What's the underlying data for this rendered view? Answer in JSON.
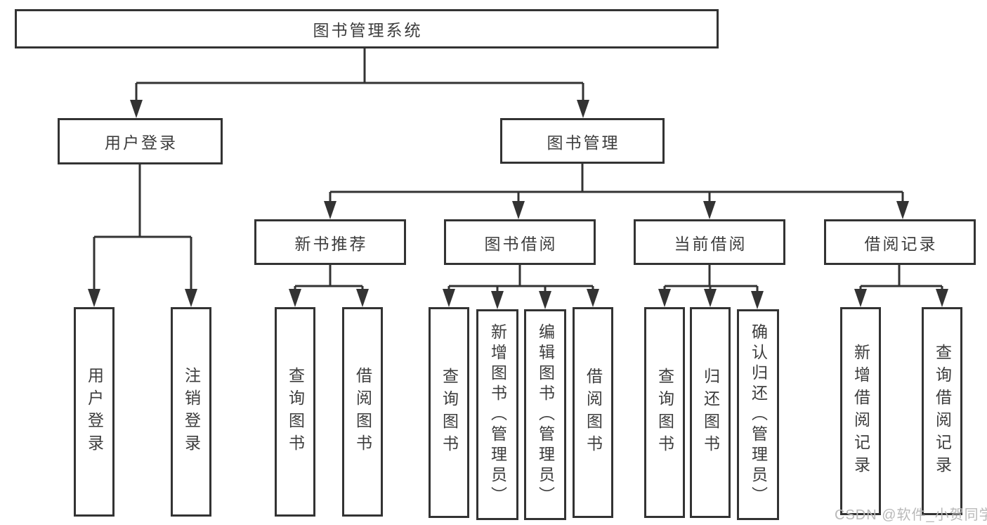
{
  "diagram": {
    "nodes": {
      "root": "图书管理系统",
      "level2": [
        "用户登录",
        "图书管理"
      ],
      "level3": [
        "新书推荐",
        "图书借阅",
        "当前借阅",
        "借阅记录"
      ],
      "level4": {
        "user_login": [
          "用户登录",
          "注销登录"
        ],
        "new_books": [
          "查询图书",
          "借阅图书"
        ],
        "book_borrow": [
          "查询图书",
          "新增图书（管理员）",
          "编辑图书（管理员）",
          "借阅图书"
        ],
        "current_borrow": [
          "查询图书",
          "归还图书",
          "确认归还（管理员）"
        ],
        "borrow_records": [
          "新增借阅记录",
          "查询借阅记录"
        ]
      }
    },
    "colors": {
      "line": "#333333",
      "text": "#3d3d3d",
      "watermark": "#b9b9b9",
      "background": "#ffffff"
    },
    "watermark": "CSDN @软件_小贺同学"
  }
}
